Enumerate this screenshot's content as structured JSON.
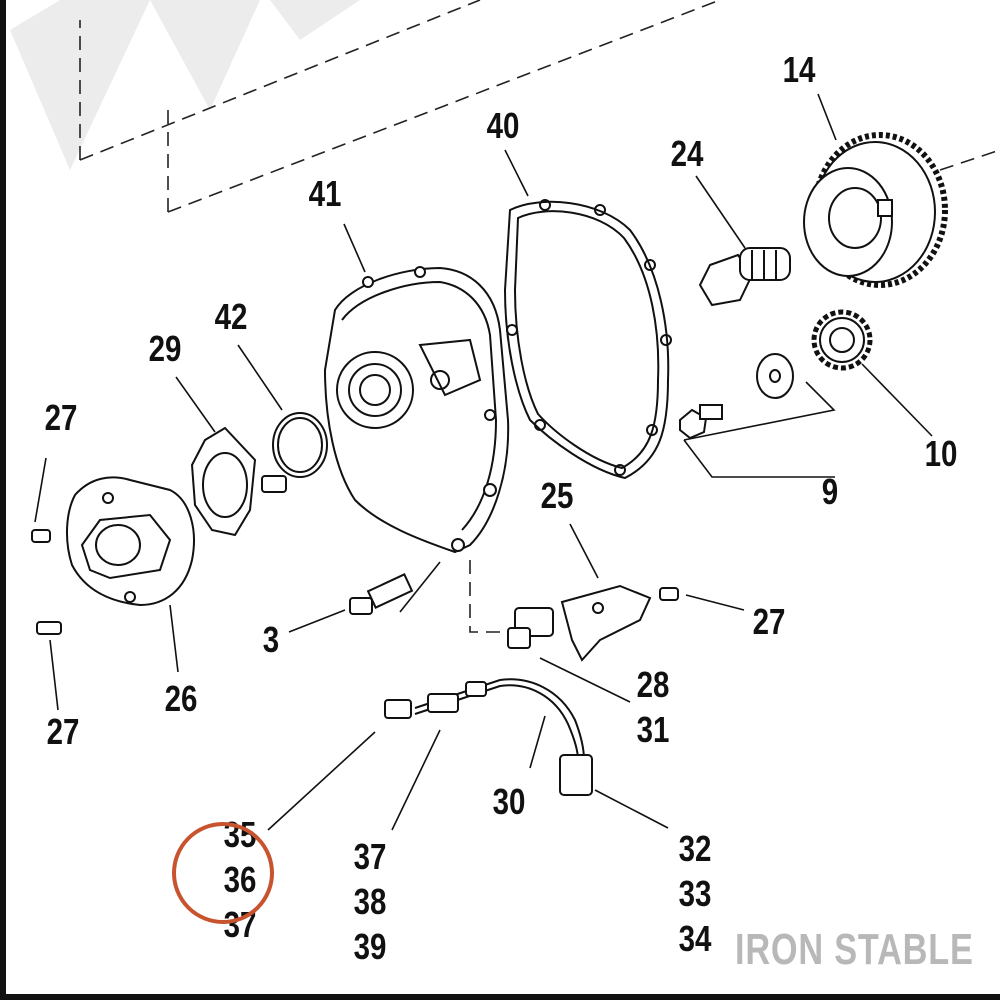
{
  "callouts": {
    "c14": "14",
    "c24": "24",
    "c40": "40",
    "c41": "41",
    "c42": "42",
    "c29": "29",
    "c27a": "27",
    "c10": "10",
    "c9": "9",
    "c25": "25",
    "c27b": "27",
    "c3": "3",
    "c26": "26",
    "c27c": "27",
    "c30": "30"
  },
  "stacks": {
    "s28": [
      "28",
      "31"
    ],
    "s35": [
      "35",
      "36",
      "37"
    ],
    "s37": [
      "37",
      "38",
      "39"
    ],
    "s32": [
      "32",
      "33",
      "34"
    ]
  },
  "watermark": "IRON STABLE",
  "colors": {
    "ink": "#111111",
    "highlight": "#c8532f",
    "watermark": "#b8b8b8"
  }
}
